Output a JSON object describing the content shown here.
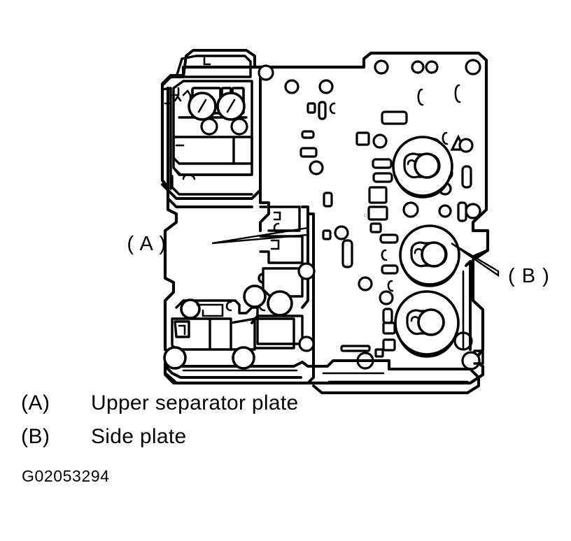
{
  "figure": {
    "code": "G02053294",
    "subject": "automatic transmission valve body assembly exploded/assembled line drawing",
    "callouts": [
      {
        "id": "A",
        "marker": "( A )",
        "label": "Upper separator plate"
      },
      {
        "id": "B",
        "marker": "( B )",
        "label": "Side plate"
      }
    ]
  },
  "legend": {
    "rows": [
      {
        "key": "(A)",
        "text": "Upper separator plate"
      },
      {
        "key": "(B)",
        "text": "Side plate"
      }
    ]
  },
  "drawing": {
    "line_color": "#000000",
    "fill_color": "#ffffff",
    "style": "technical line art, black outlines on white",
    "components": [
      "valve body casting outline",
      "upper separator plate",
      "side plate",
      "three accumulator pistons",
      "two adjustment screws",
      "solenoid housing",
      "bolt bosses and fluid passage holes"
    ]
  }
}
